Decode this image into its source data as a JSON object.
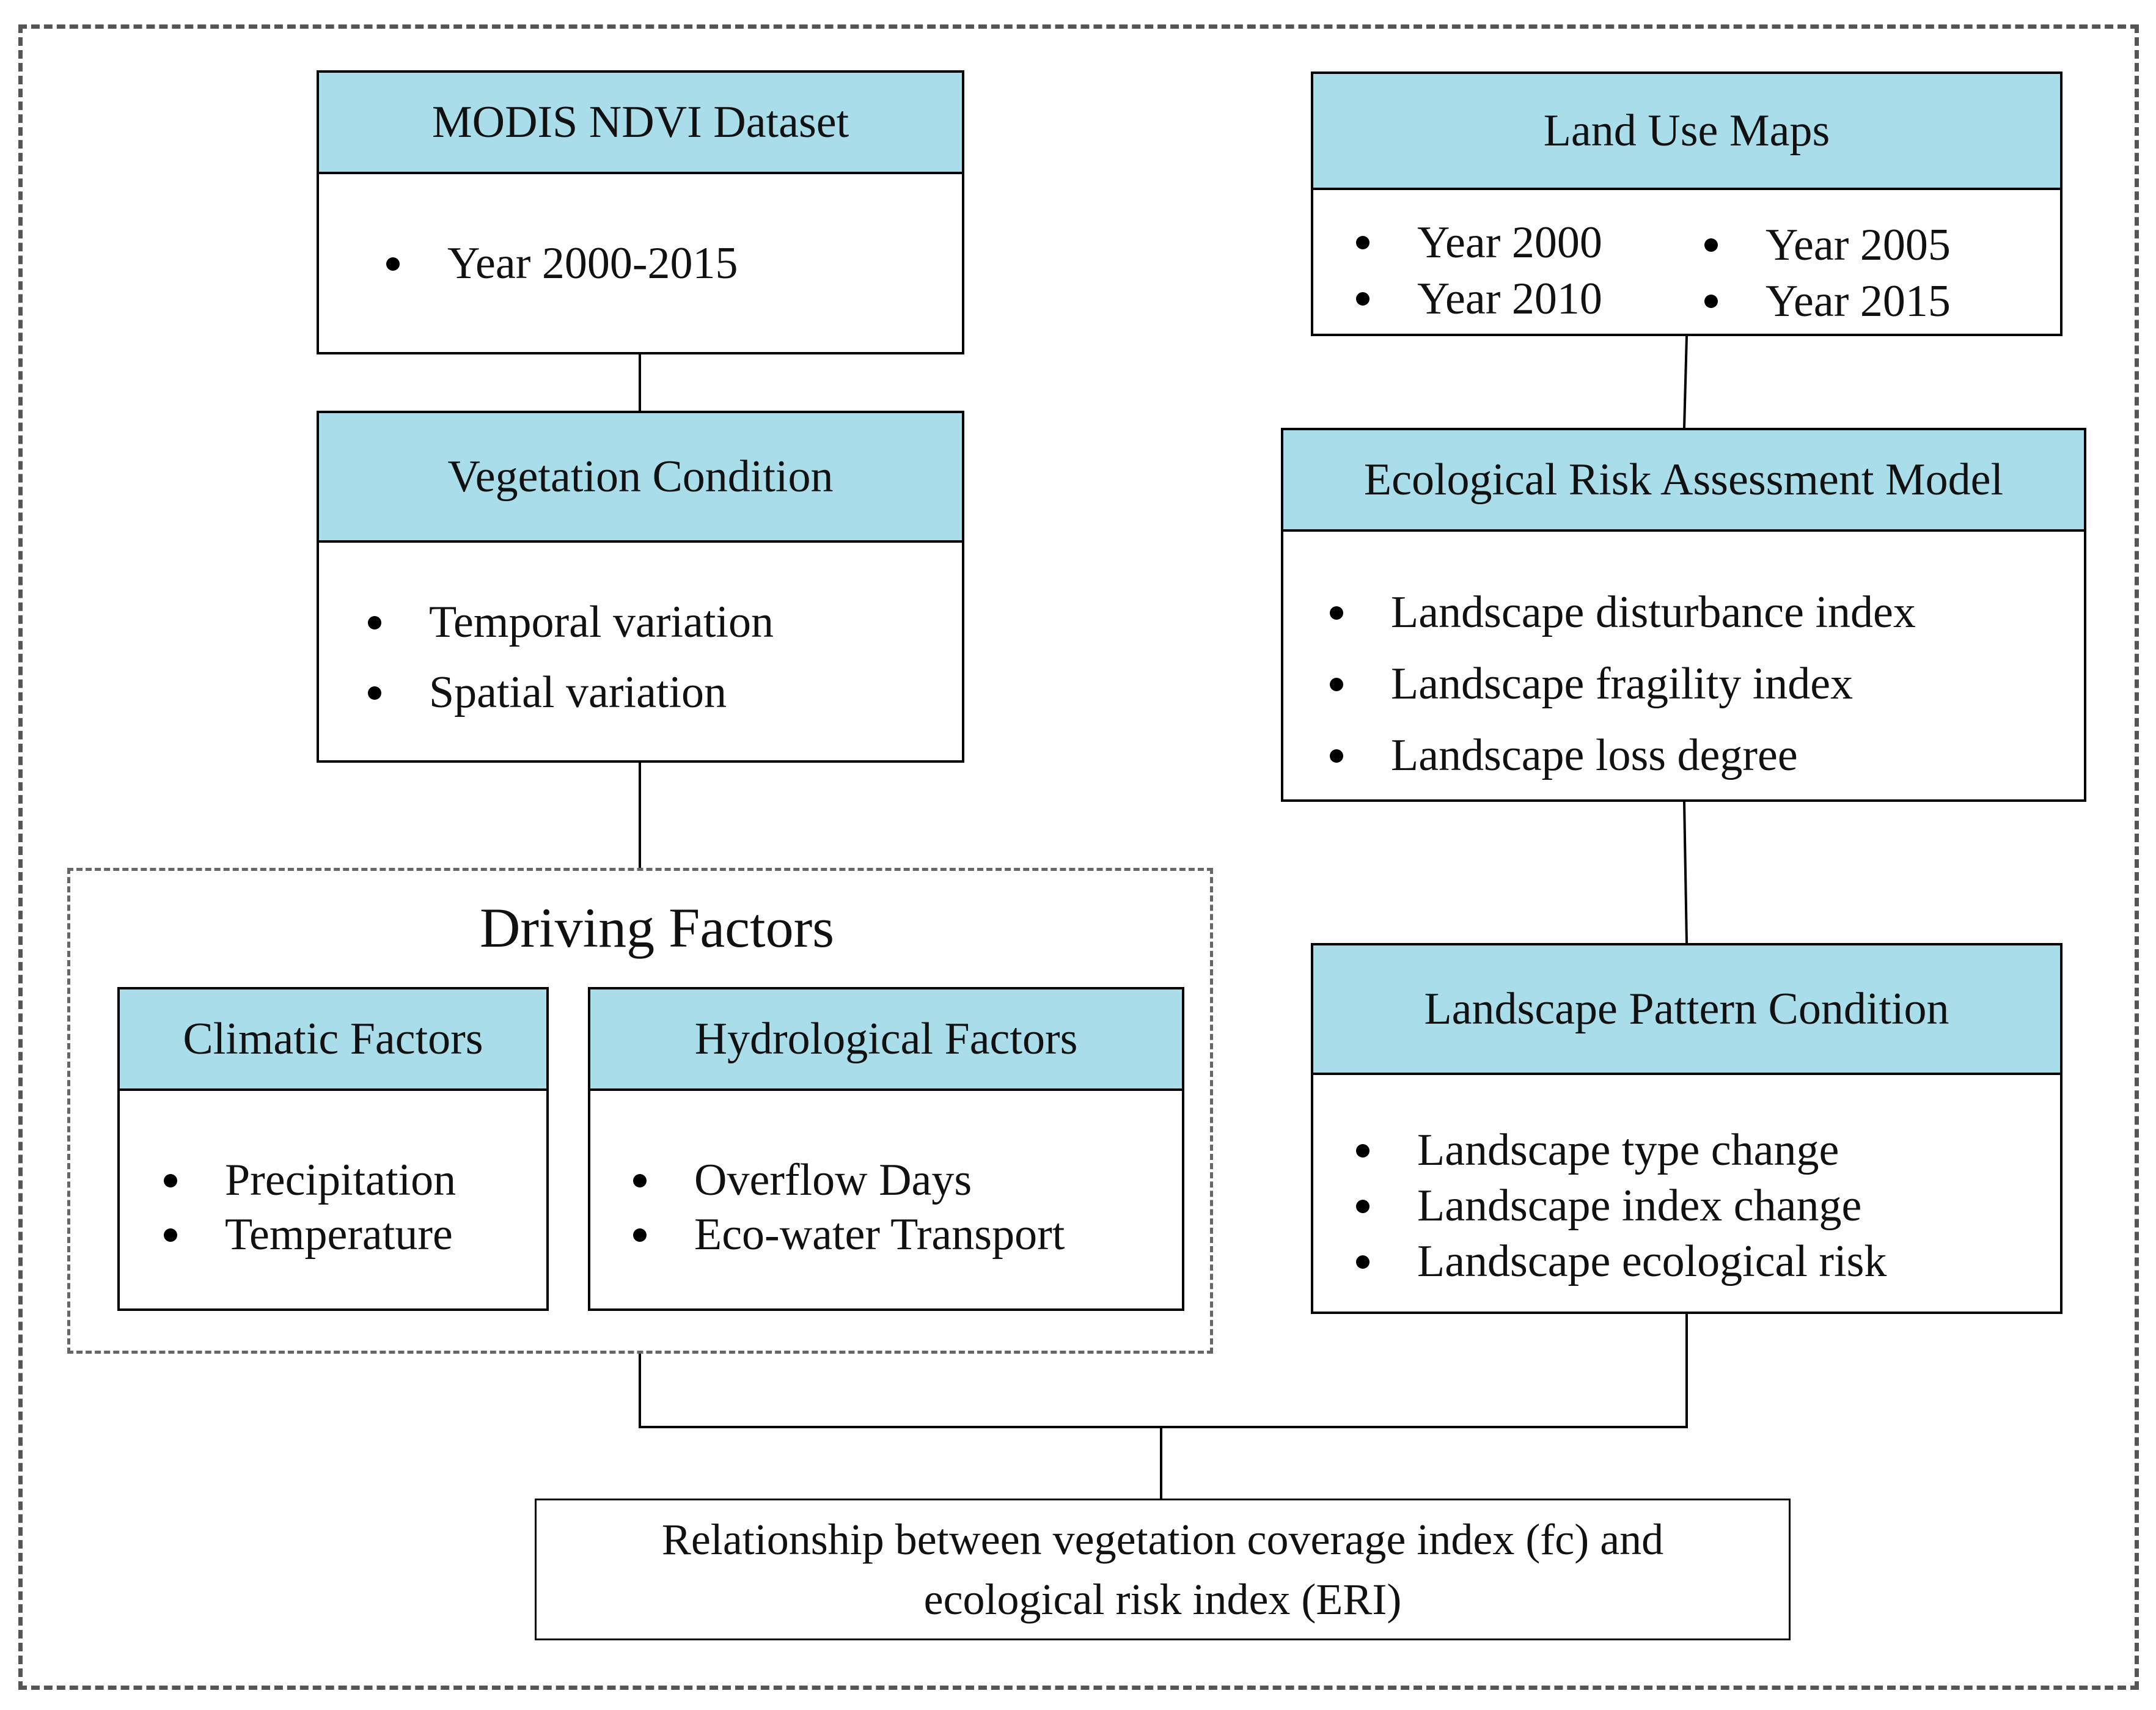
{
  "modis": {
    "title": "MODIS NDVI Dataset",
    "items": [
      "Year 2000-2015"
    ]
  },
  "vegetation": {
    "title": "Vegetation Condition",
    "items": [
      "Temporal variation",
      "Spatial variation"
    ]
  },
  "driving_factors": {
    "title": "Driving Factors",
    "climatic": {
      "title": "Climatic Factors",
      "items": [
        "Precipitation",
        "Temperature"
      ]
    },
    "hydrological": {
      "title": "Hydrological Factors",
      "items": [
        "Overflow Days",
        "Eco-water Transport"
      ]
    }
  },
  "land_use": {
    "title": "Land Use Maps",
    "items": [
      "Year 2000",
      "Year 2005",
      "Year 2010",
      "Year 2015"
    ]
  },
  "risk_model": {
    "title": "Ecological Risk Assessment Model",
    "items": [
      "Landscape disturbance index",
      "Landscape fragility index",
      "Landscape loss degree"
    ]
  },
  "landscape_pattern": {
    "title": "Landscape Pattern Condition",
    "items": [
      "Landscape type change",
      "Landscape index change",
      "Landscape ecological risk"
    ]
  },
  "result": {
    "line1": "Relationship between vegetation coverage index (fc) and",
    "line2": "ecological risk index (ERI)"
  },
  "colors": {
    "header_fill": "#a8dde9",
    "border": "#000000",
    "dashed_border": "#555555"
  }
}
